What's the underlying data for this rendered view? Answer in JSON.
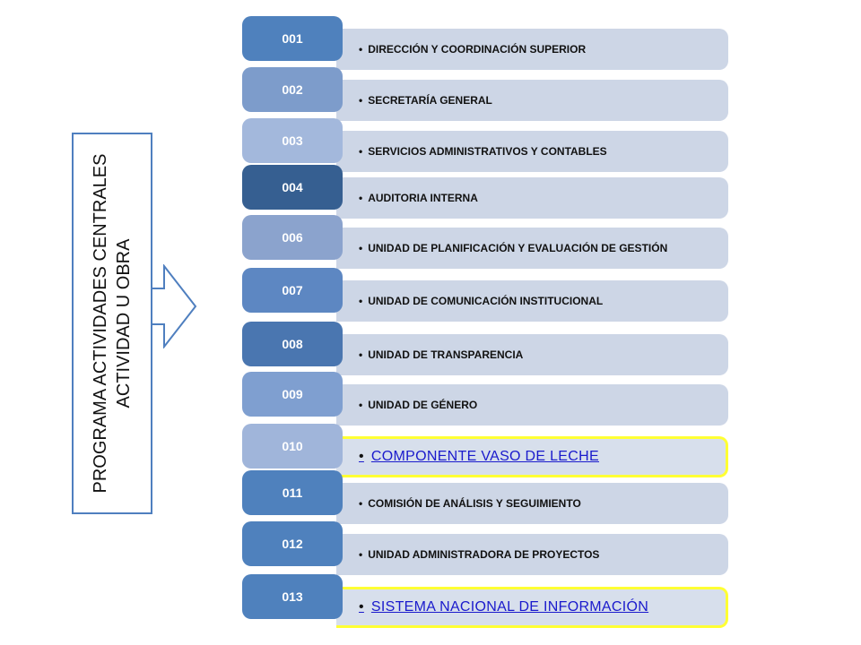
{
  "left_panel": {
    "line1": "PROGRAMA ACTIVIDADES CENTRALES",
    "line2": "ACTIVIDAD U OBRA"
  },
  "items": [
    {
      "code": "001",
      "label": "DIRECCIÓN Y COORDINACIÓN SUPERIOR",
      "color": "#4f81bd",
      "link": false
    },
    {
      "code": "002",
      "label": "SECRETARÍA GENERAL",
      "color": "#7d9ccb",
      "link": false
    },
    {
      "code": "003",
      "label": "SERVICIOS ADMINISTRATIVOS Y CONTABLES",
      "color": "#a3b8dc",
      "link": false
    },
    {
      "code": "004",
      "label": "AUDITORIA INTERNA",
      "color": "#365f91",
      "link": false
    },
    {
      "code": "006",
      "label": "UNIDAD DE PLANIFICACIÓN Y EVALUACIÓN DE GESTIÓN",
      "color": "#8ba3cd",
      "link": false
    },
    {
      "code": "007",
      "label": "UNIDAD DE COMUNICACIÓN INSTITUCIONAL",
      "color": "#5d87c2",
      "link": false
    },
    {
      "code": "008",
      "label": "UNIDAD DE TRANSPARENCIA",
      "color": "#4a76b0",
      "link": false
    },
    {
      "code": "009",
      "label": "UNIDAD DE GÉNERO",
      "color": "#7f9fd0",
      "link": false
    },
    {
      "code": "010",
      "label": "COMPONENTE VASO DE LECHE",
      "color": "#a0b5da",
      "link": true
    },
    {
      "code": "011",
      "label": "COMISIÓN DE ANÁLISIS Y SEGUIMIENTO",
      "color": "#4f81bd",
      "link": false
    },
    {
      "code": "012",
      "label": "UNIDAD ADMINISTRADORA DE PROYECTOS",
      "color": "#4f81bd",
      "link": false
    },
    {
      "code": "013",
      "label": "SISTEMA NACIONAL DE INFORMACIÓN",
      "color": "#4f81bd",
      "link": true
    }
  ],
  "colors": {
    "bar": "#cdd6e6",
    "highlight_border": "#ffff33",
    "frame": "#4f7fbf"
  }
}
